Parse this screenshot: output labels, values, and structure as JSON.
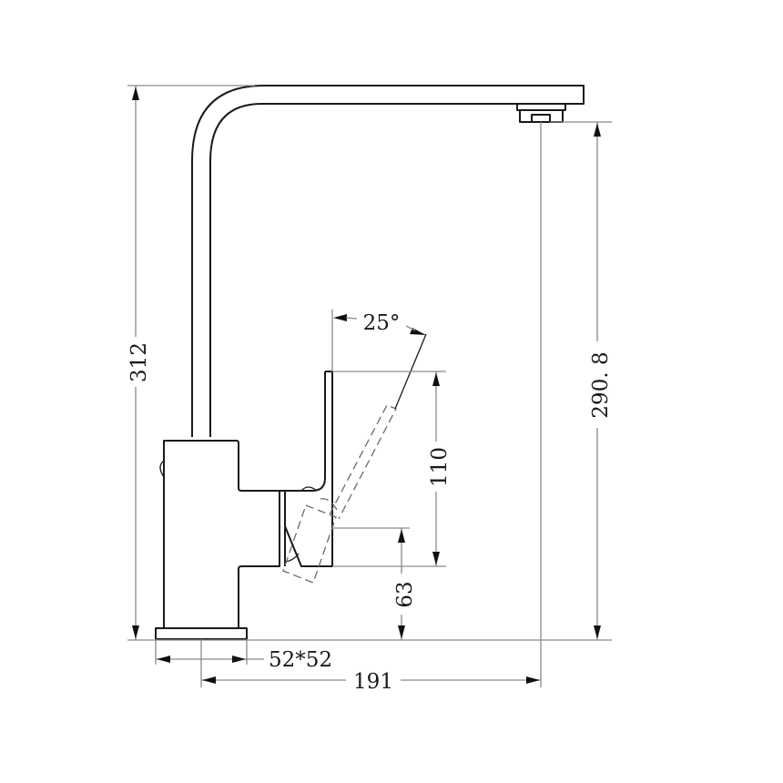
{
  "drawing": {
    "subject": "kitchen faucet side elevation",
    "colors": {
      "line": "#1a1a1a",
      "dimension": "#8a8a8a",
      "background": "#ffffff"
    }
  },
  "dimensions": {
    "total_height": "312",
    "spout_outlet_height": "290. 8",
    "handle_height": "110",
    "handle_lower_offset": "63",
    "base_size": "52*52",
    "spout_reach": "191",
    "handle_angle": "25°"
  }
}
